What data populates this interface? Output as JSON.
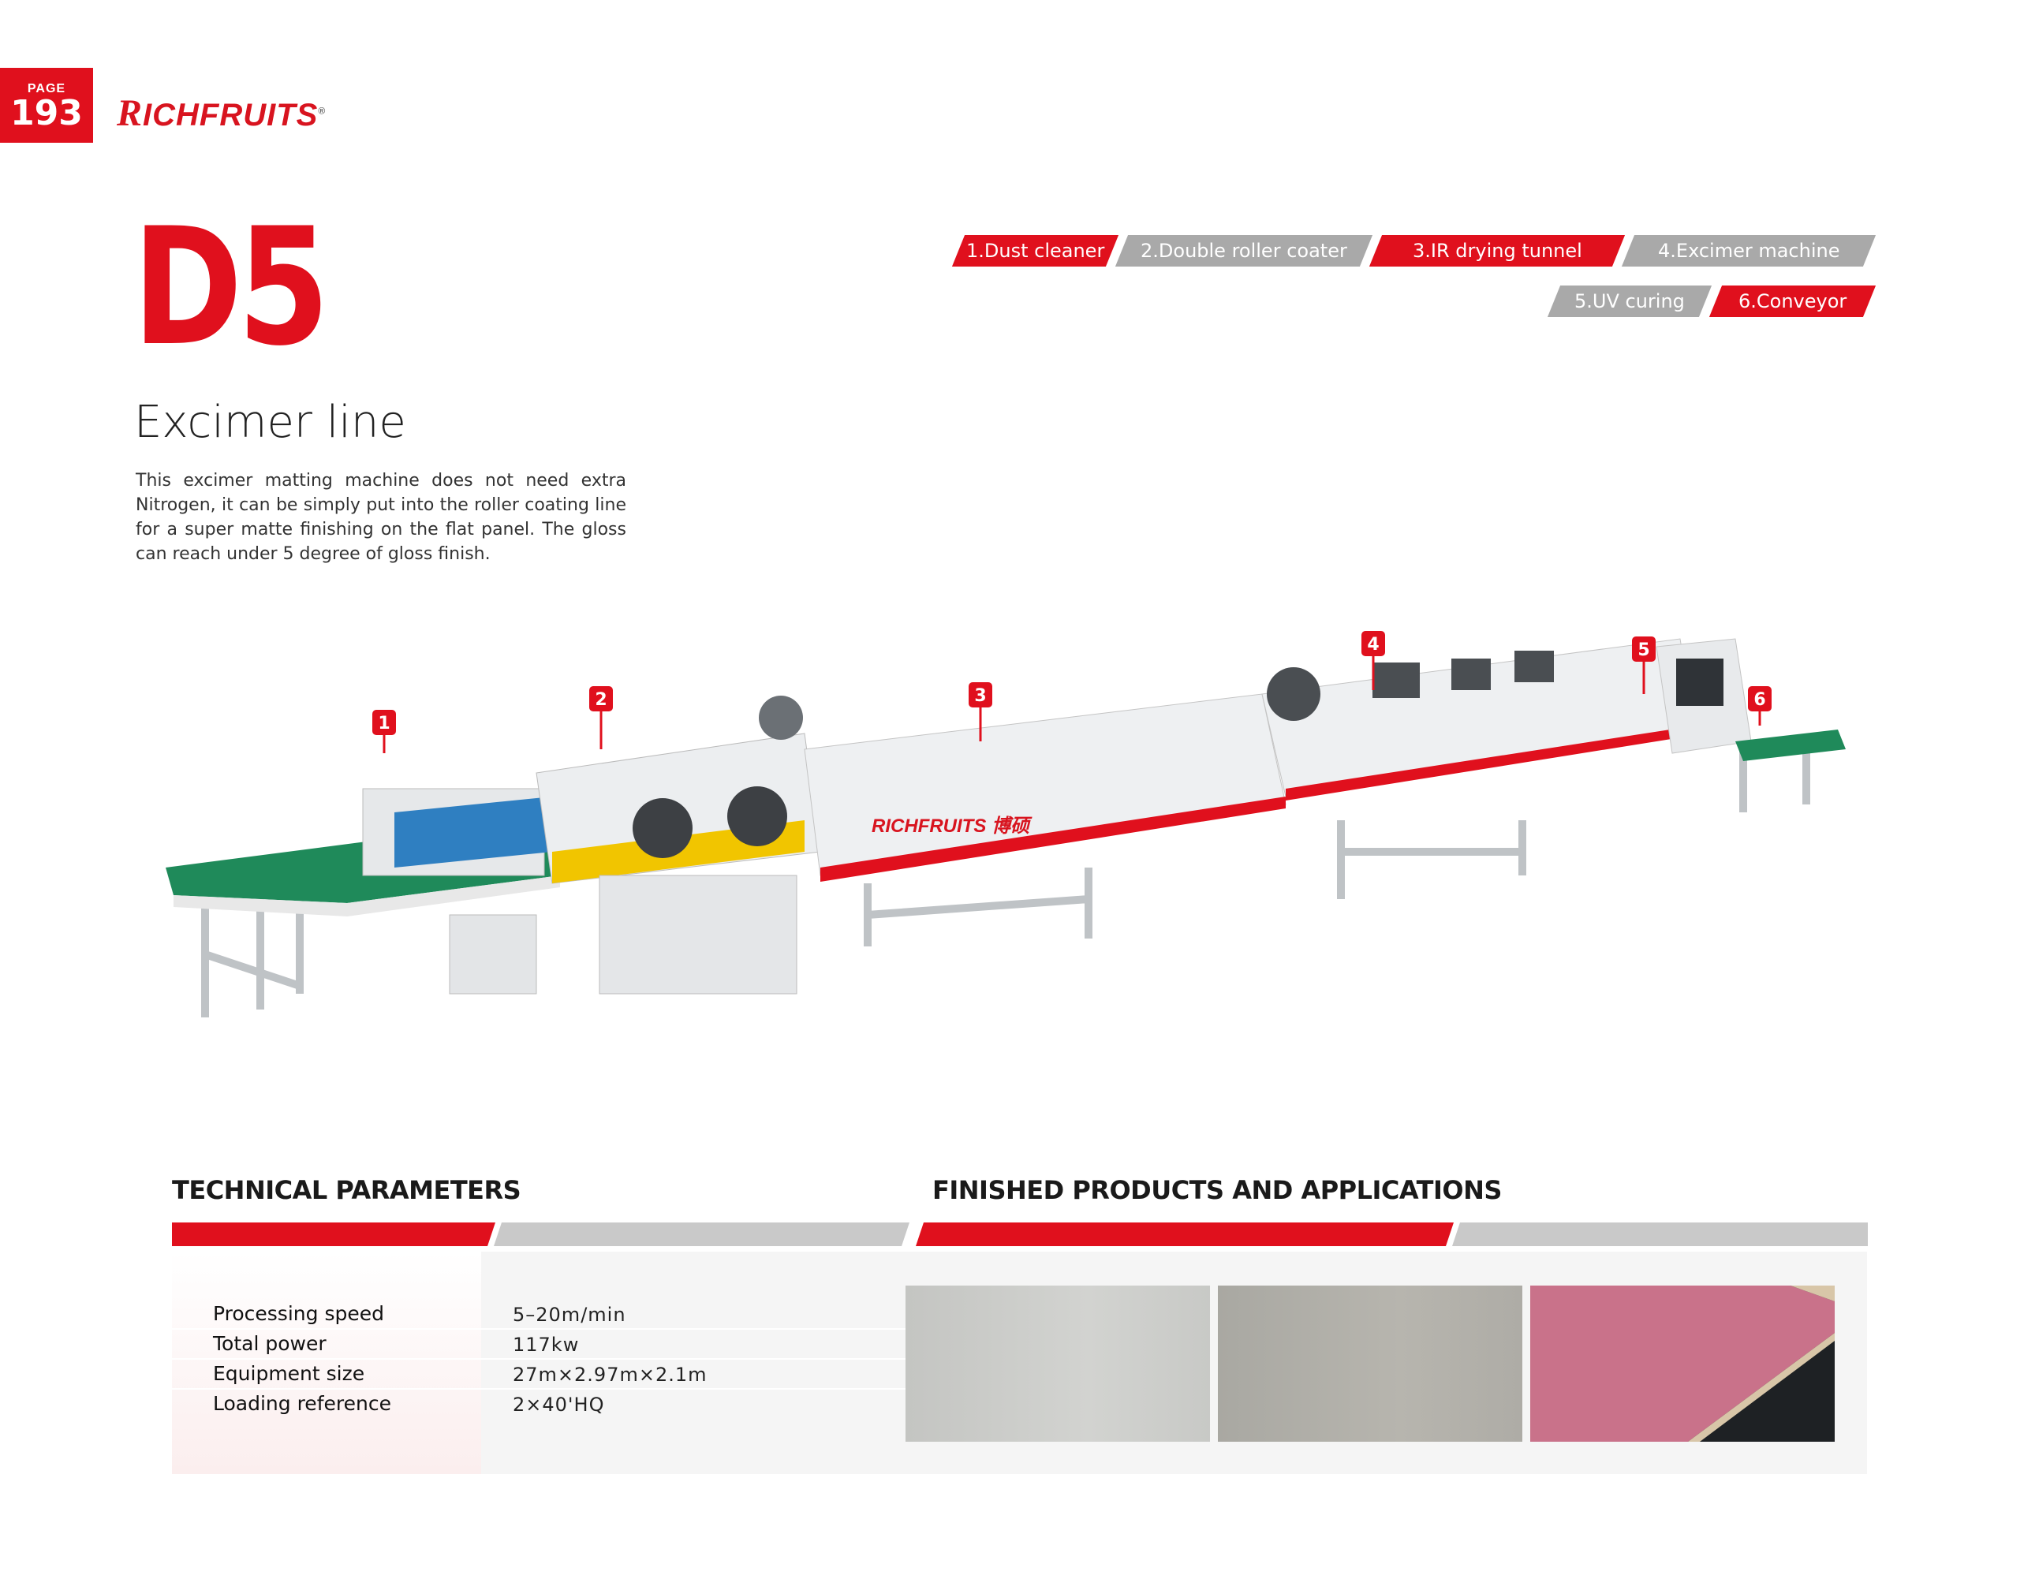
{
  "page": {
    "label": "PAGE",
    "number": "193"
  },
  "brand": {
    "logo_letter": "R",
    "logo_rest": "ICHFRUITS",
    "registered": "®",
    "accent": "#e0101d"
  },
  "product": {
    "code": "D5",
    "title": "Excimer line",
    "description": "This excimer matting machine does not need extra Nitrogen, it can be simply put into the roller coating line for a super matte finishing on the flat panel. The gloss can reach under 5 degree of gloss finish."
  },
  "process_steps": [
    {
      "label": "1.Dust cleaner",
      "color": "#e0101d"
    },
    {
      "label": "2.Double roller coater",
      "color": "#a9a9a9"
    },
    {
      "label": "3.IR drying tunnel",
      "color": "#e0101d"
    },
    {
      "label": "4.Excimer machine",
      "color": "#a9a9a9"
    },
    {
      "label": "5.UV curing",
      "color": "#a9a9a9"
    },
    {
      "label": "6.Conveyor",
      "color": "#e0101d"
    }
  ],
  "machine": {
    "markers": [
      "1",
      "2",
      "3",
      "4",
      "5",
      "6"
    ],
    "panel_brand": "RICHFRUITS 博硕"
  },
  "technical": {
    "heading": "TECHNICAL PARAMETERS",
    "rows": [
      {
        "key": "Processing speed",
        "value": "5–20m/min"
      },
      {
        "key": "Total power",
        "value": "117kw"
      },
      {
        "key": "Equipment size",
        "value": "27m×2.97m×2.1m"
      },
      {
        "key": "Loading reference",
        "value": "2×40'HQ"
      }
    ]
  },
  "applications": {
    "heading": "FINISHED PRODUCTS AND APPLICATIONS",
    "samples": [
      {
        "name": "light-gray-panel",
        "color": "#c8c9c6"
      },
      {
        "name": "taupe-panel",
        "color": "#aeaca6"
      },
      {
        "name": "pink-panel",
        "color": "#c9728a"
      }
    ]
  }
}
